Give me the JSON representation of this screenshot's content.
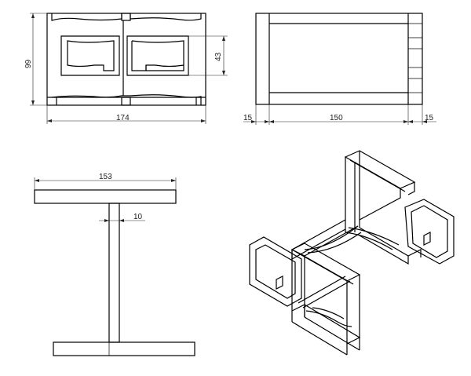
{
  "drawing": {
    "views": [
      {
        "name": "front-view",
        "dimensions": [
          "174",
          "99",
          "43"
        ]
      },
      {
        "name": "top-view",
        "dimensions": [
          "15",
          "150",
          "15"
        ]
      },
      {
        "name": "side-view",
        "dimensions": [
          "153",
          "10"
        ]
      },
      {
        "name": "isometric-view",
        "dimensions": []
      }
    ]
  }
}
